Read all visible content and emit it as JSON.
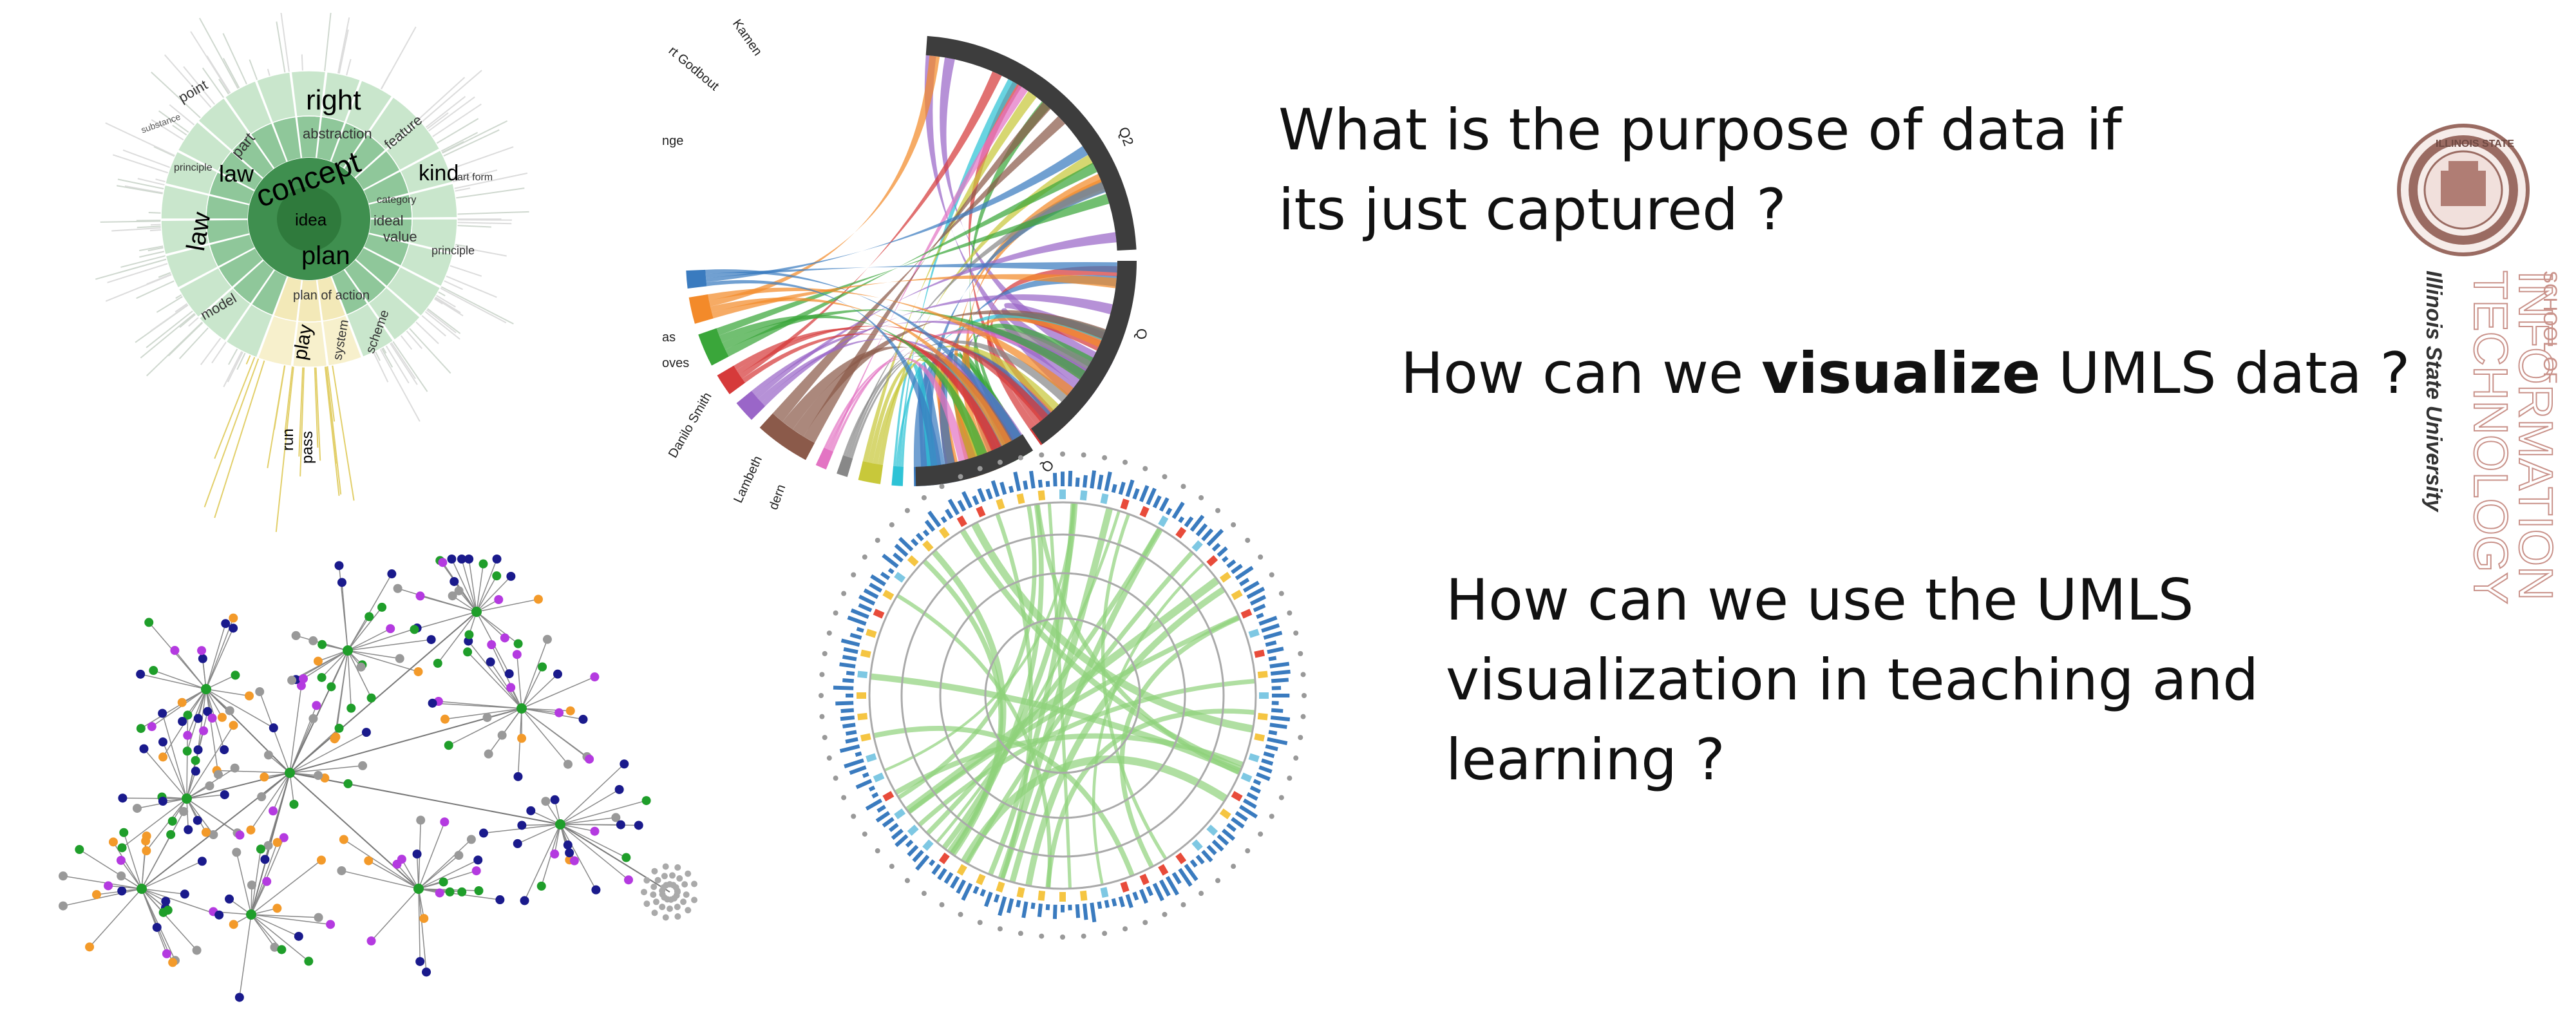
{
  "slide": {
    "q1": "What is the purpose of data if its just captured ?",
    "q2_before": "How can we ",
    "q2_bold": "visualize",
    "q2_after": " UMLS data ?",
    "q3": "How can we use the UMLS visualization in teaching and learning ?"
  },
  "sunburst": {
    "labels": [
      "right",
      "concept",
      "idea",
      "plan",
      "law",
      "law",
      "kind",
      "point",
      "part",
      "abstraction",
      "feature",
      "model",
      "ideal",
      "value",
      "principle",
      "plan of action",
      "play",
      "run",
      "pass",
      "system",
      "scheme",
      "category",
      "principle",
      "art form",
      "substance"
    ]
  },
  "chord": {
    "labels": [
      "Kamen",
      "rt Godbout",
      "nge",
      "as",
      "oves",
      "Danilo Smith",
      "Lambeth",
      "dern",
      "Q2",
      "Q",
      "Q"
    ]
  },
  "logo": {
    "school_of": "SCHOOL OF",
    "information": "INFORMATION",
    "technology": "TECHNOLOGY",
    "university": "Illinois State University",
    "seal_text": "ILLINOIS STATE"
  },
  "colors": {
    "text": "#111111",
    "logo": "#c9928a",
    "sunburst_dark": "#3f8f4f",
    "sunburst_light": "#bfe0c2",
    "sunburst_yellow": "#e8d98a",
    "circos_blue": "#3a7bbf",
    "circos_green": "#8ed27a"
  }
}
